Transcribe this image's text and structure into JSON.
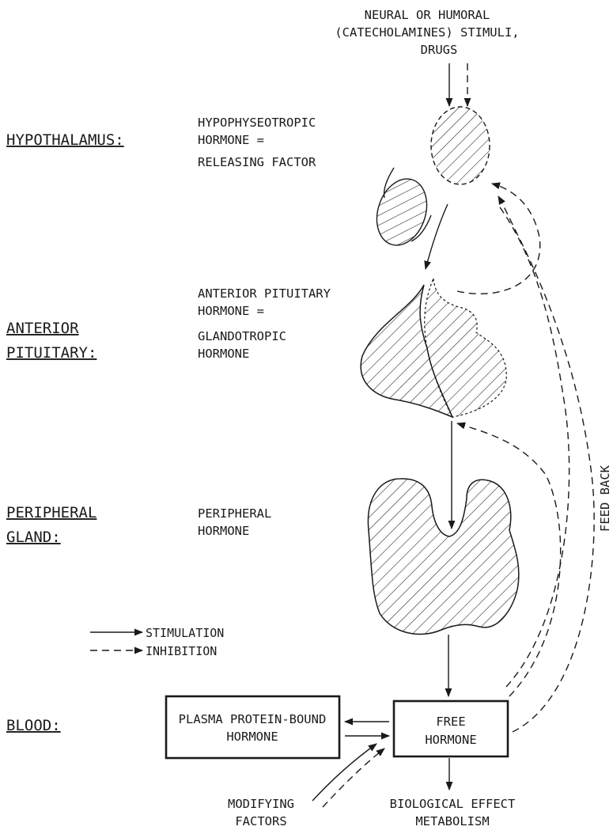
{
  "stimuli": {
    "line1": "NEURAL OR HUMORAL",
    "line2": "(CATECHOLAMINES) STIMULI,",
    "line3": "DRUGS"
  },
  "levels": {
    "hypothalamus": "HYPOTHALAMUS:",
    "anterior_pituitary_1": "ANTERIOR",
    "anterior_pituitary_2": "PITUITARY:",
    "peripheral_gland_1": "PERIPHERAL",
    "peripheral_gland_2": "GLAND:",
    "blood": "BLOOD:"
  },
  "hormones": {
    "hypo_1": "HYPOPHYSEOTROPIC",
    "hypo_2": "HORMONE =",
    "hypo_3": "RELEASING FACTOR",
    "ant_1": "ANTERIOR PITUITARY",
    "ant_2": "HORMONE =",
    "ant_3": "GLANDOTROPIC",
    "ant_4": "HORMONE",
    "per_1": "PERIPHERAL",
    "per_2": "HORMONE"
  },
  "legend": {
    "stimulation": "STIMULATION",
    "inhibition": "INHIBITION"
  },
  "boxes": {
    "bound_1": "PLASMA PROTEIN-BOUND",
    "bound_2": "HORMONE",
    "free_1": "FREE",
    "free_2": "HORMONE"
  },
  "bottom": {
    "modifying_1": "MODIFYING",
    "modifying_2": "FACTORS",
    "effect_1": "BIOLOGICAL EFFECT",
    "effect_2": "METABOLISM"
  },
  "feedback_label": "FEED BACK"
}
